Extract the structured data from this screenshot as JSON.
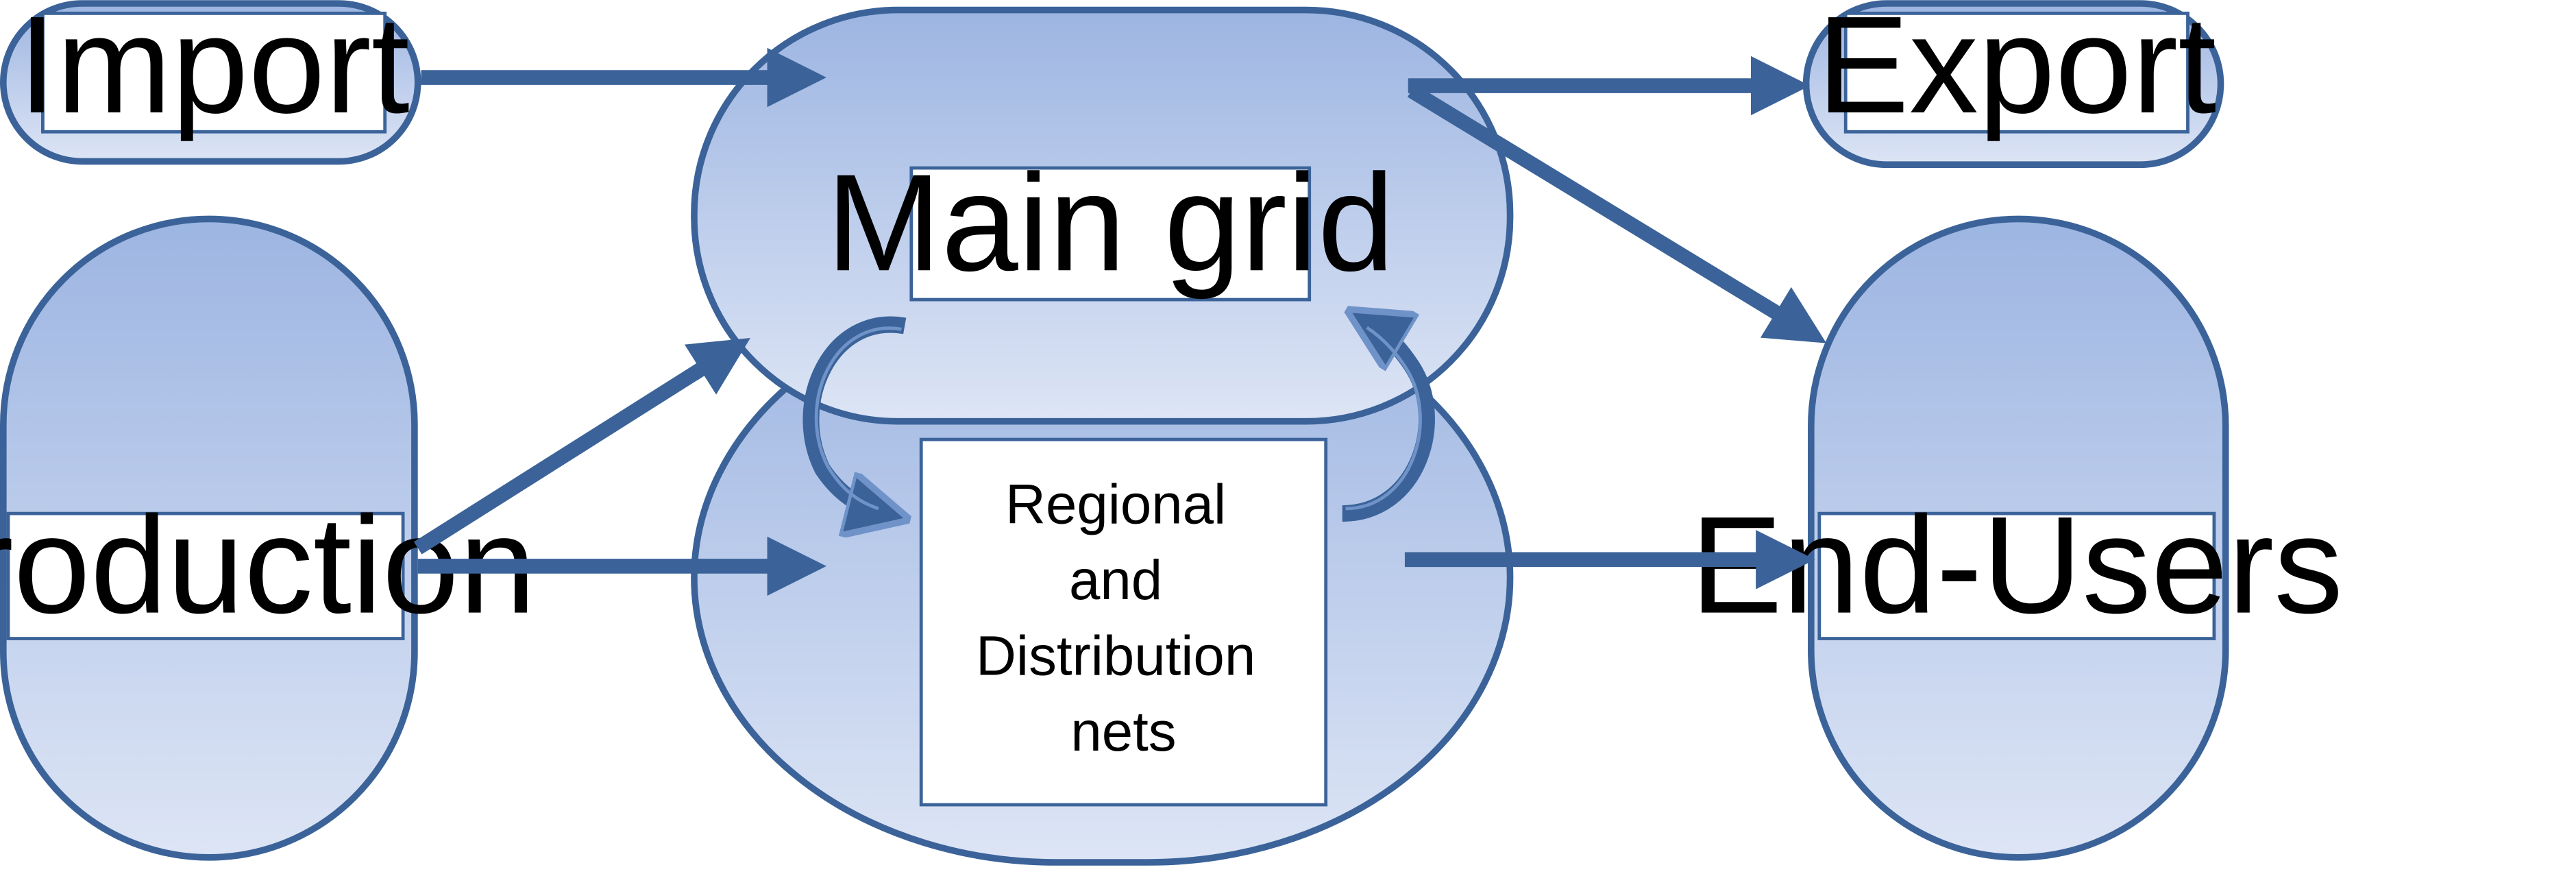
{
  "nodes": {
    "import": "Import",
    "export": "Export",
    "main_grid": "Main grid",
    "production": "Production",
    "end_users": "End-Users",
    "regional": [
      "Regional",
      "and",
      "Distribution",
      "nets"
    ]
  },
  "colors": {
    "outline": "#3b6399",
    "fill_top": "#9db5e2",
    "fill_bottom": "#dde5f5",
    "box_fill": "#ffffff"
  }
}
